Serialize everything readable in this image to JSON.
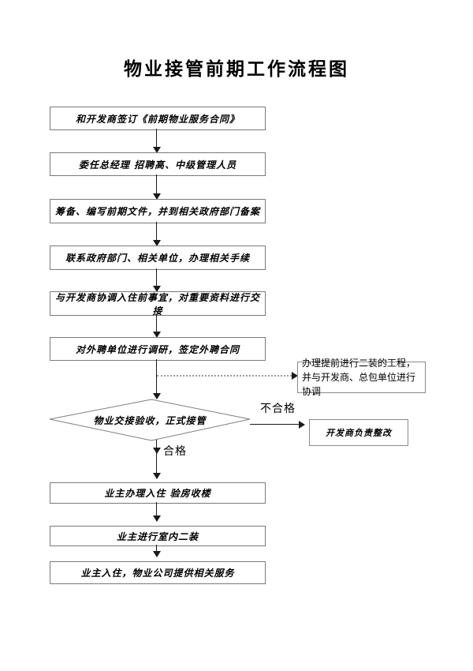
{
  "title": "物业接管前期工作流程图",
  "steps": [
    "和开发商签订《前期物业服务合同》",
    "委任总经理 招聘高、中级管理人员",
    "筹备、编写前期文件，并到相关政府部门备案",
    "联系政府部门、相关单位，办理相关手续",
    "与开发商协调入住前事宜，对重要资料进行交接",
    "对外聘单位进行调研，签定外聘合同"
  ],
  "side_note": "办理提前进行二装的工程，并与开发商、总包单位进行协调",
  "decision": {
    "label": "物业交接验收，正式接管",
    "fail_label": "不合格",
    "fail_action": "开发商负责整改",
    "pass_label": "合格"
  },
  "post_steps": [
    "业主办理入住 验房收楼",
    "业主进行室内二装",
    "业主入住，物业公司提供相关服务"
  ],
  "colors": {
    "background": "#ffffff",
    "line": "#1a1a1a",
    "box_border": "#7a7a7a",
    "dotted_line": "#9a9a9a",
    "text": "#000000"
  }
}
